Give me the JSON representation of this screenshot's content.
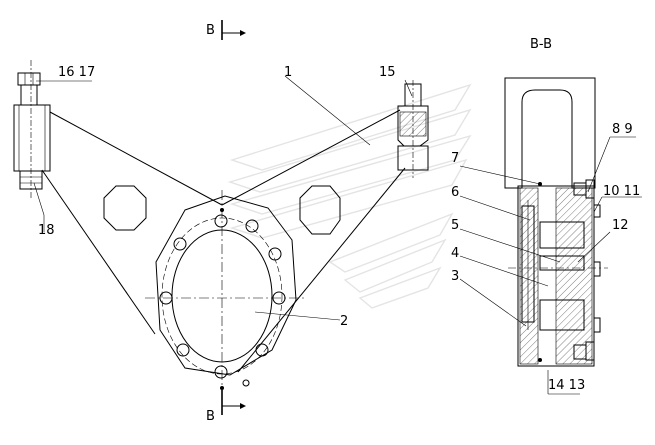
{
  "drawing": {
    "section_marker_top": "B",
    "section_marker_bottom": "B",
    "section_title": "B-B"
  },
  "callouts": {
    "c1": "1",
    "c2": "2",
    "c3": "3",
    "c4": "4",
    "c5": "5",
    "c6": "6",
    "c7": "7",
    "c8_9": "8 9",
    "c10_11": "10 11",
    "c12": "12",
    "c14_13": "14 13",
    "c15": "15",
    "c16_17": "16 17",
    "c18": "18"
  },
  "colors": {
    "line": "#000000",
    "watermark": "#e4e4e4",
    "background": "#ffffff"
  }
}
